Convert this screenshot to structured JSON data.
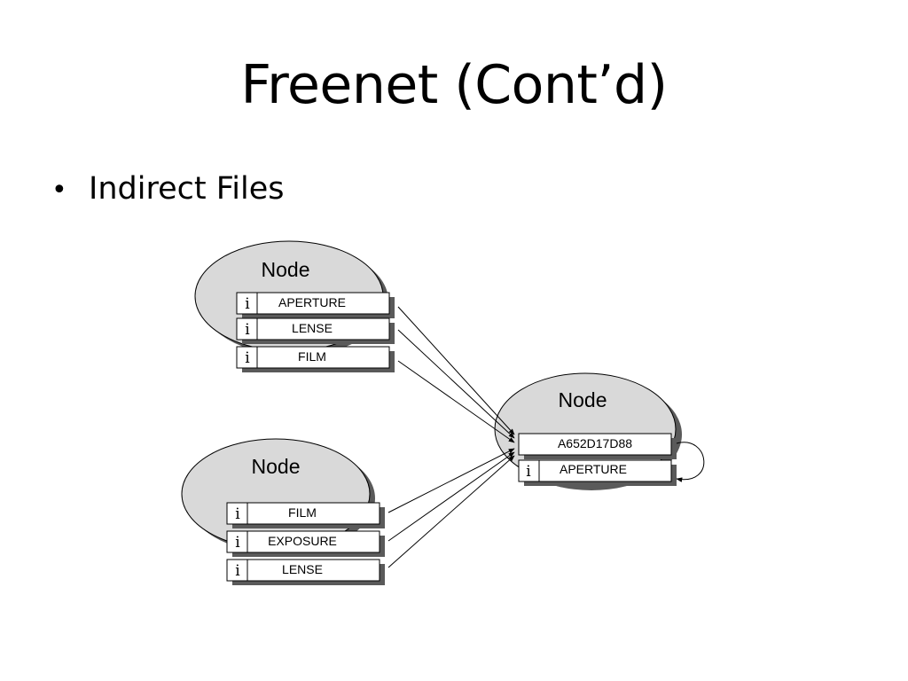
{
  "slide": {
    "title": "Freenet (Cont’d)",
    "bullet_marker": "•",
    "bullet": "Indirect Files"
  },
  "diagram": {
    "colors": {
      "node_fill": "#d9d9d9",
      "shadow": "#5a5a5a",
      "record_fill": "#ffffff",
      "stroke": "#000000"
    },
    "nodes": [
      {
        "id": "top-left",
        "title": "Node",
        "records": [
          {
            "marker": "i",
            "label": "APERTURE"
          },
          {
            "marker": "i",
            "label": "LENSE"
          },
          {
            "marker": "i",
            "label": "FILM"
          }
        ]
      },
      {
        "id": "bottom-left",
        "title": "Node",
        "records": [
          {
            "marker": "i",
            "label": "FILM"
          },
          {
            "marker": "i",
            "label": "EXPOSURE"
          },
          {
            "marker": "i",
            "label": "LENSE"
          }
        ]
      },
      {
        "id": "right",
        "title": "Node",
        "records": [
          {
            "marker": "",
            "label": "A652D17D88"
          },
          {
            "marker": "i",
            "label": "APERTURE"
          }
        ]
      }
    ]
  }
}
